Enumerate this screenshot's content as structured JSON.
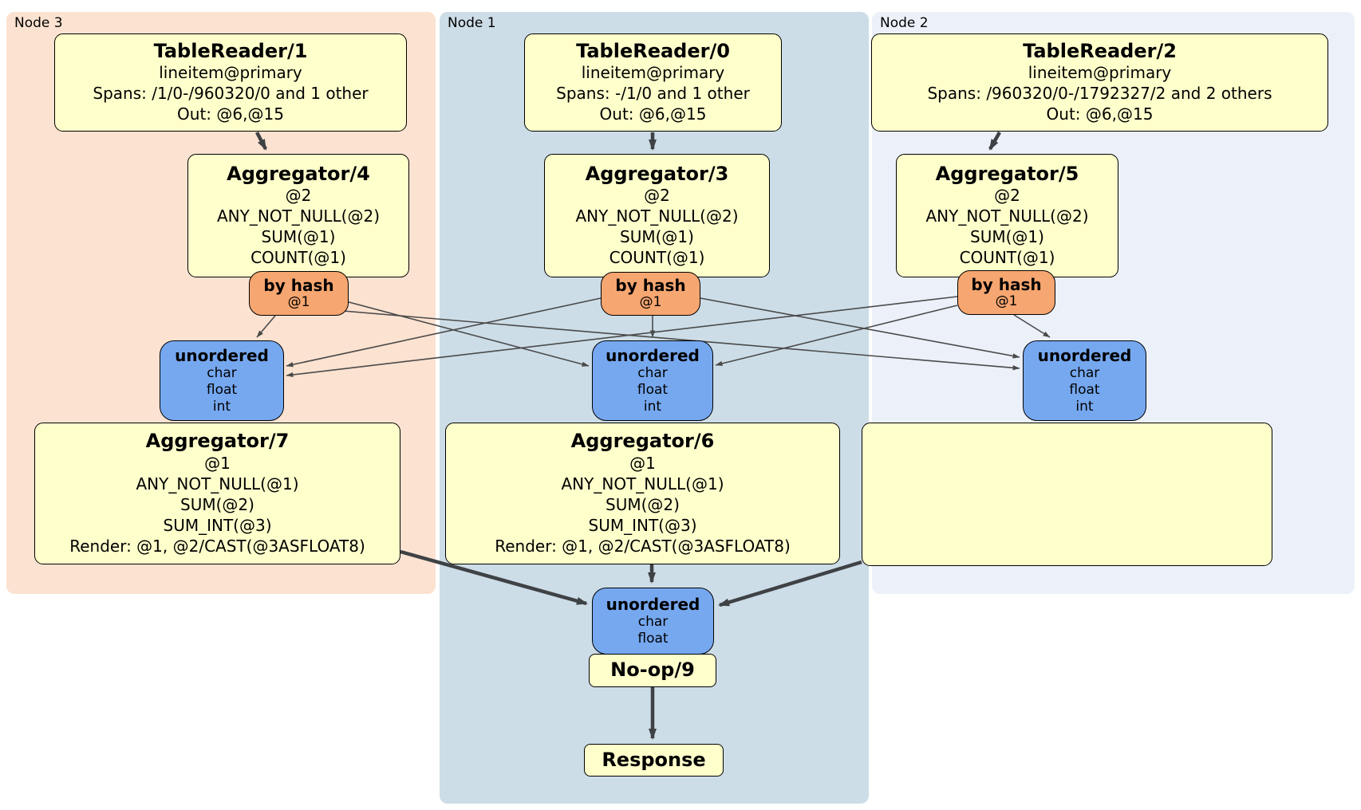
{
  "regions": [
    {
      "label": "Node 3"
    },
    {
      "label": "Node 1"
    },
    {
      "label": "Node 2"
    }
  ],
  "boxes": {
    "tr1": {
      "title": "TableReader/1",
      "lines": [
        "lineitem@primary",
        "Spans: /1/0-/960320/0 and 1 other",
        "Out: @6,@15"
      ]
    },
    "agg4": {
      "title": "Aggregator/4",
      "lines": [
        "@2",
        "ANY_NOT_NULL(@2)",
        "SUM(@1)",
        "COUNT(@1)"
      ]
    },
    "bh3": {
      "title": "by hash",
      "detail": "@1"
    },
    "un3": {
      "title": "unordered",
      "lines": [
        "char",
        "float",
        "int"
      ]
    },
    "agg7": {
      "title": "Aggregator/7",
      "lines": [
        "@1",
        "ANY_NOT_NULL(@1)",
        "SUM(@2)",
        "SUM_INT(@3)",
        "Render: @1, @2/CAST(@3ASFLOAT8)"
      ]
    },
    "tr0": {
      "title": "TableReader/0",
      "lines": [
        "lineitem@primary",
        "Spans: -/1/0 and 1 other",
        "Out: @6,@15"
      ]
    },
    "agg3": {
      "title": "Aggregator/3",
      "lines": [
        "@2",
        "ANY_NOT_NULL(@2)",
        "SUM(@1)",
        "COUNT(@1)"
      ]
    },
    "bh1": {
      "title": "by hash",
      "detail": "@1"
    },
    "un1": {
      "title": "unordered",
      "lines": [
        "char",
        "float",
        "int"
      ]
    },
    "agg6": {
      "title": "Aggregator/6",
      "lines": [
        "@1",
        "ANY_NOT_NULL(@1)",
        "SUM(@2)",
        "SUM_INT(@3)",
        "Render: @1, @2/CAST(@3ASFLOAT8)"
      ]
    },
    "un1b": {
      "title": "unordered",
      "lines": [
        "char",
        "float"
      ]
    },
    "noop": {
      "title": "No-op/9"
    },
    "resp": {
      "title": "Response"
    },
    "tr2": {
      "title": "TableReader/2",
      "lines": [
        "lineitem@primary",
        "Spans: /960320/0-/1792327/2 and 2 others",
        "Out: @6,@15"
      ]
    },
    "agg5": {
      "title": "Aggregator/5",
      "lines": [
        "@2",
        "ANY_NOT_NULL(@2)",
        "SUM(@1)",
        "COUNT(@1)"
      ]
    },
    "bh2": {
      "title": "by hash",
      "detail": "@1"
    },
    "un2": {
      "title": "unordered",
      "lines": [
        "char",
        "float",
        "int"
      ]
    }
  },
  "colors": {
    "processor_fill": "#FFFFCC",
    "router_fill": "#F6A670",
    "sync_fill": "#76A8F0",
    "node3_bg": "#FCE2D1",
    "node1_bg": "#CDDDE7",
    "node2_bg": "#ECF1F9",
    "edge_thin": "#4A4A4A",
    "edge_thick": "#3F4245"
  }
}
